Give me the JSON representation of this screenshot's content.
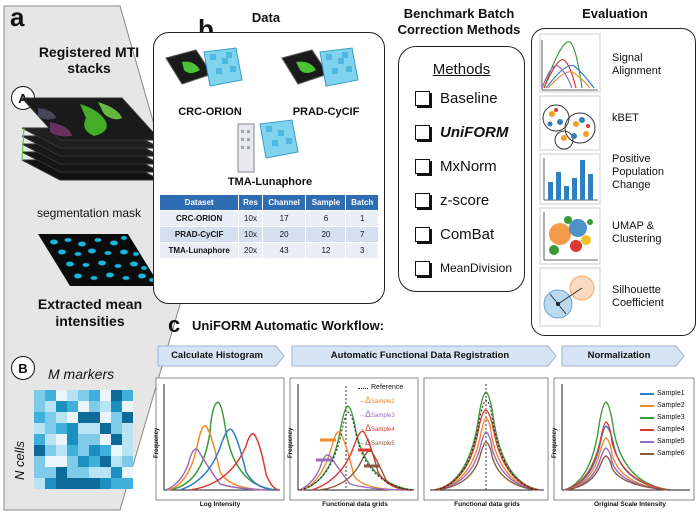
{
  "panel_a": {
    "letter": "a",
    "registered_title": "Registered MTI stacks",
    "step_a": "A",
    "segmentation_label": "segmentation mask",
    "extracted_title": "Extracted mean intensities",
    "step_b": "B",
    "m_markers": "M markers",
    "n_cells": "N cells"
  },
  "panel_b": {
    "letter": "b",
    "data_title": "Data",
    "datasets": [
      "CRC-ORION",
      "PRAD-CyCIF",
      "TMA-Lunaphore"
    ],
    "table": {
      "headers": [
        "Dataset",
        "Res",
        "Channel",
        "Sample",
        "Batch"
      ],
      "rows": [
        [
          "CRC-ORION",
          "10x",
          "17",
          "6",
          "1"
        ],
        [
          "PRAD-CyCIF",
          "10x",
          "20",
          "20",
          "7"
        ],
        [
          "TMA-Lunaphore",
          "20x",
          "43",
          "12",
          "3"
        ]
      ]
    },
    "benchmark_title": "Benchmark Batch Correction Methods",
    "methods_title": "Methods",
    "methods": [
      "Baseline",
      "UniFORM",
      "MxNorm",
      "z-score",
      "ComBat",
      "MeanDivision"
    ],
    "evaluation_title": "Evaluation",
    "evaluations": [
      "Signal Alignment",
      "kBET",
      "Positive Population Change",
      "UMAP & Clustering",
      "Silhouette Coefficient"
    ]
  },
  "panel_c": {
    "letter": "c",
    "title": "UniFORM Automatic Workflow:",
    "stages": [
      "Calculate Histogram",
      "Automatic Functional Data Registration",
      "Normalization"
    ],
    "plot1": {
      "xlabel": "Log Intensity",
      "ylabel": "Frequency"
    },
    "plot2": {
      "xlabel": "Functional data grids",
      "ylabel": "Frequency",
      "legend": [
        "Reference",
        "Sample2",
        "Sample3",
        "Sample4",
        "Sample5"
      ],
      "delta": "Δ",
      "arrow": "→"
    },
    "plot3": {
      "xlabel": "Functional data grids"
    },
    "plot4": {
      "xlabel": "Original Scale Intensity",
      "ylabel": "Frequency",
      "legend": [
        "Sample1",
        "Sample2",
        "Sample3",
        "Sample4",
        "Sample5",
        "Sample6"
      ]
    }
  },
  "colors": {
    "sample1": "#2f7fc1",
    "sample2": "#f0892a",
    "sample3": "#3a9a3a",
    "sample4": "#d83a2f",
    "sample5": "#9a6bbf",
    "sample6": "#8b5a3c",
    "table_header": "#2f6db3",
    "banner": "#d6e4f4",
    "panel_a_bg": "#e6e6e6"
  }
}
